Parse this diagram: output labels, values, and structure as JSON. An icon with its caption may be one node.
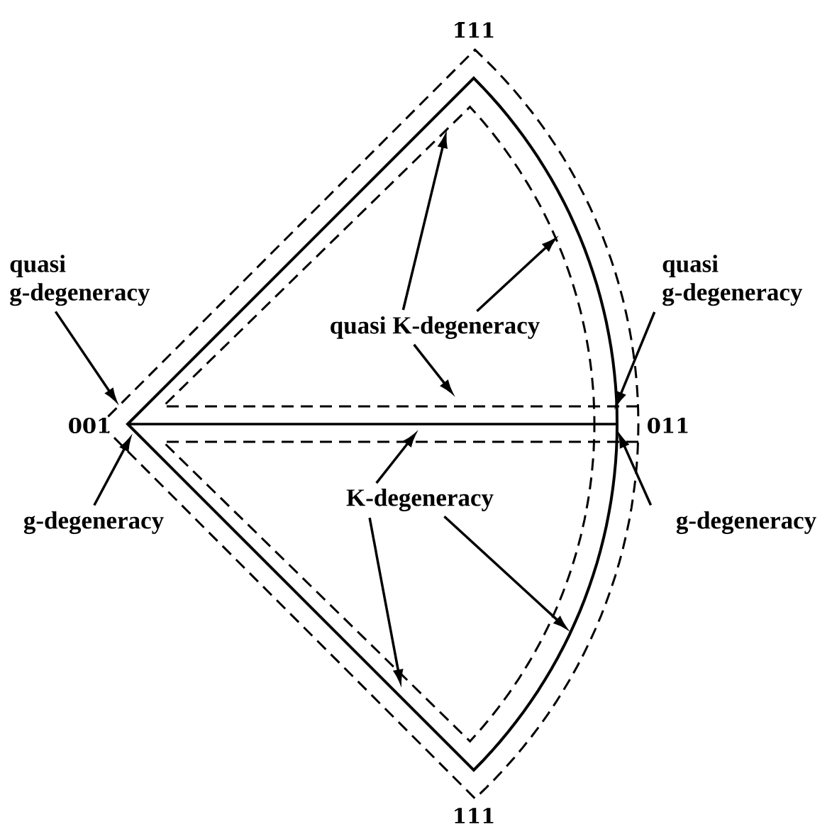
{
  "diagram": {
    "nodes": [
      {
        "text": [
          "quasi g-degeneracy"
        ]
      },
      {
        "text": [
          "g-degeneracy"
        ]
      },
      {
        "text": [
          "quasi K-degeneracy"
        ]
      },
      {
        "text": [
          "quasi g-degeneracy"
        ]
      },
      {
        "text": [
          "g-degeneracy"
        ]
      },
      {
        "text": [
          "K-degeneracy"
        ]
      }
    ],
    "edges": [
      {
        "from": 0,
        "to": null,
        "arrow": "to"
      },
      {
        "from": 1,
        "to": null,
        "arrow": "to"
      },
      {
        "from": 2,
        "to": null,
        "arrow": "to"
      },
      {
        "from": 2,
        "to": null,
        "arrow": "to"
      },
      {
        "from": 2,
        "to": null,
        "arrow": "to"
      },
      {
        "from": 3,
        "to": null,
        "arrow": "to"
      },
      {
        "from": 4,
        "to": null,
        "arrow": "to"
      },
      {
        "from": 5,
        "to": null,
        "arrow": "to"
      },
      {
        "from": 5,
        "to": null,
        "arrow": "to"
      },
      {
        "from": 5,
        "to": null,
        "arrow": "to"
      }
    ],
    "labels": [
      "1̄11",
      "001",
      "011",
      "111"
    ]
  }
}
